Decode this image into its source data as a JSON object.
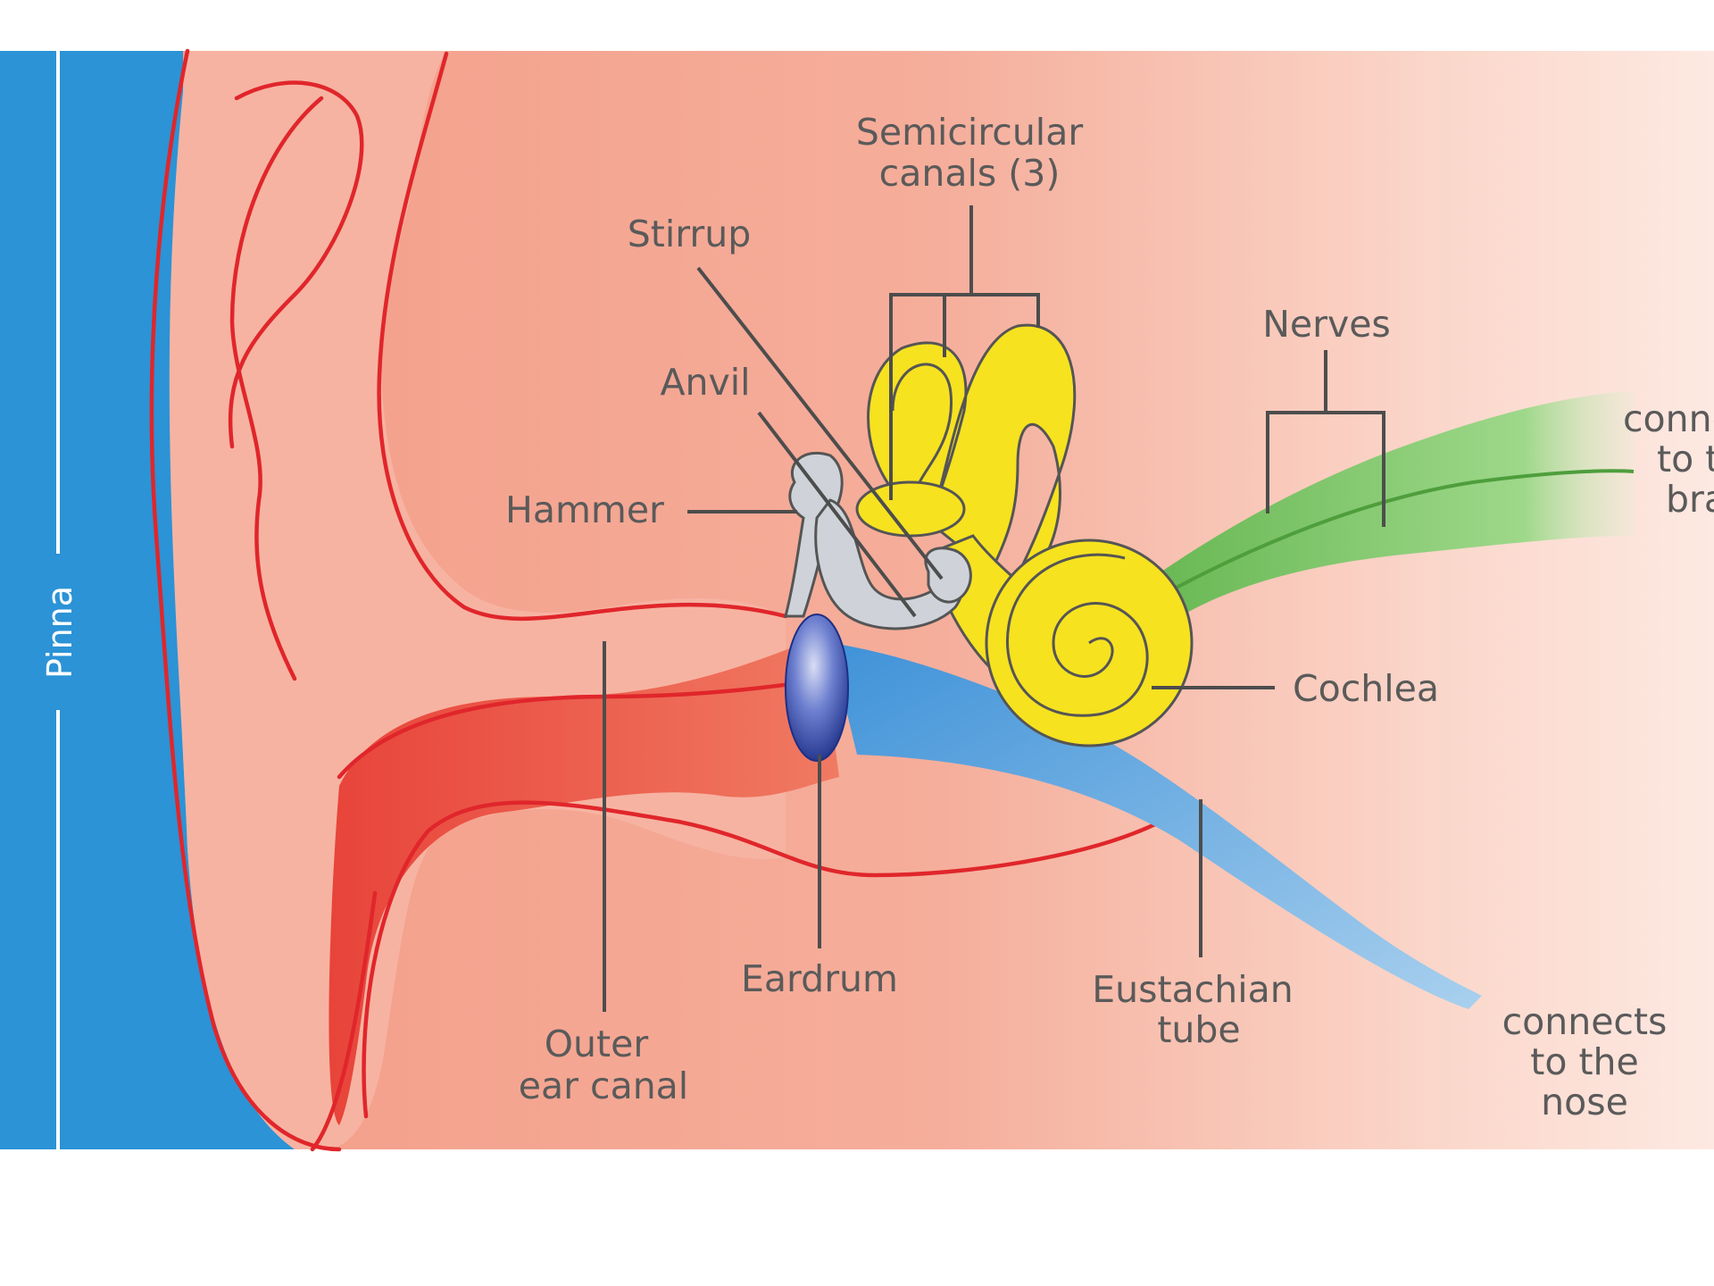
{
  "labels": {
    "pinna": "Pinna",
    "semicircular_line1": "Semicircular",
    "semicircular_line2": "canals (3)",
    "stirrup": "Stirrup",
    "anvil": "Anvil",
    "hammer": "Hammer",
    "nerves": "Nerves",
    "brain_line1": "connects",
    "brain_line2": "to the",
    "brain_line3": "brain",
    "cochlea": "Cochlea",
    "eardrum": "Eardrum",
    "eustachian_line1": "Eustachian",
    "eustachian_line2": "tube",
    "outer_line1": "Outer",
    "outer_line2": "ear canal",
    "nose_line1": "connects",
    "nose_line2": "to the",
    "nose_line3": "nose"
  },
  "colors": {
    "side_band": "#2b93d6",
    "skin": "#f4a18c",
    "ear_outline": "#e0262b",
    "bones": "#cfd3d9",
    "eardrum": "#3a4fa8",
    "inner_ear": "#f6e21f",
    "nerves": "#7dc96a",
    "eustachian_tube": "#5fa8e0"
  }
}
